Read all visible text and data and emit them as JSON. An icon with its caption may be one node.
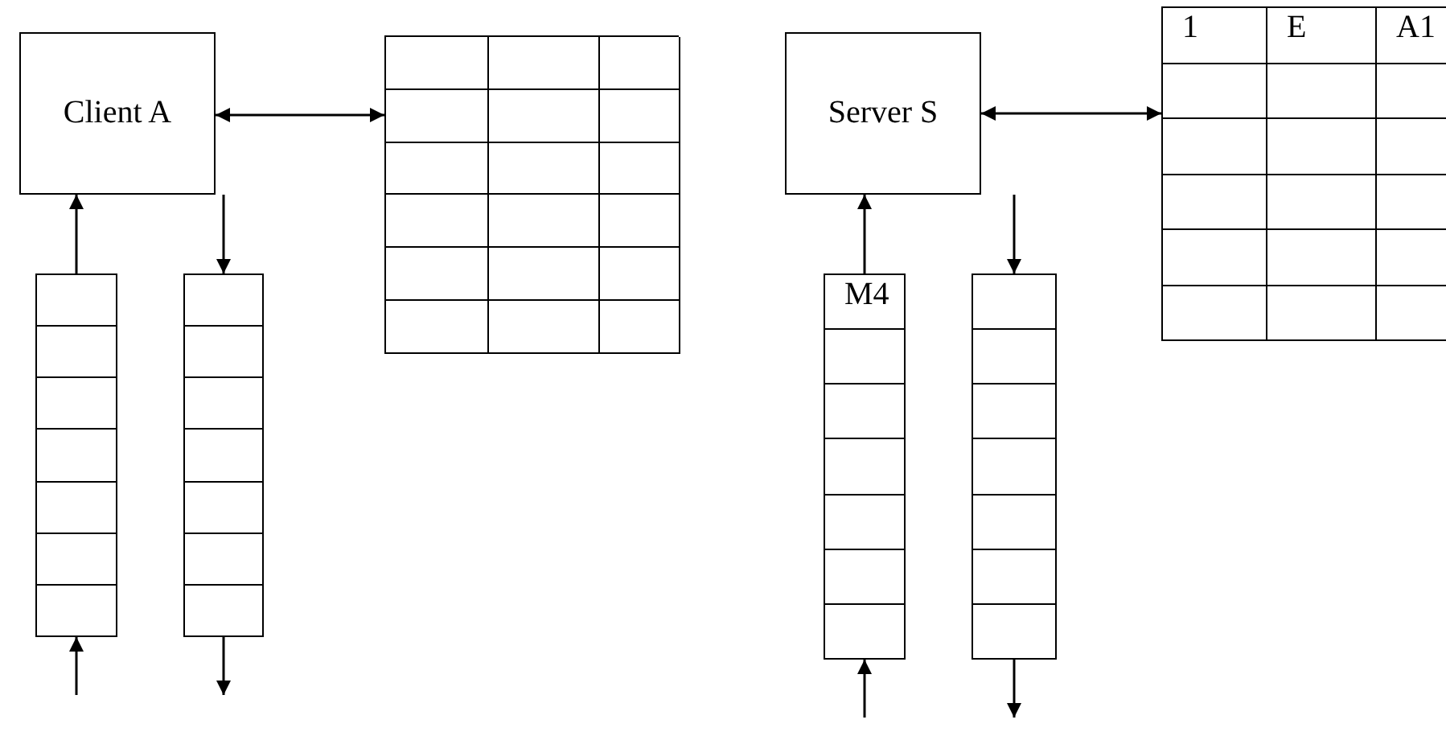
{
  "diagram": {
    "nodes": [
      {
        "text": [
          "Client A"
        ]
      },
      {
        "text": [],
        "shape": "table"
      },
      {
        "text": [],
        "shape": "queue"
      },
      {
        "text": [],
        "shape": "queue"
      },
      {
        "text": [
          "Server S"
        ]
      },
      {
        "text": [
          "1",
          "E",
          "A1"
        ]
      },
      {
        "text": [
          "M4"
        ]
      },
      {
        "text": [],
        "shape": "queue"
      }
    ],
    "edges": [
      {
        "from": 0,
        "to": 1,
        "arrow": "both"
      },
      {
        "from": 2,
        "to": 0,
        "arrow": "to"
      },
      {
        "from": 0,
        "to": 3,
        "arrow": "to"
      },
      {
        "from": null,
        "to": 2,
        "arrow": "to"
      },
      {
        "from": 3,
        "to": null,
        "arrow": "to"
      },
      {
        "from": 4,
        "to": 5,
        "arrow": "both"
      },
      {
        "from": 6,
        "to": 4,
        "arrow": "to"
      },
      {
        "from": 4,
        "to": 7,
        "arrow": "to"
      },
      {
        "from": null,
        "to": 6,
        "arrow": "to"
      },
      {
        "from": 7,
        "to": null,
        "arrow": "to"
      }
    ]
  }
}
